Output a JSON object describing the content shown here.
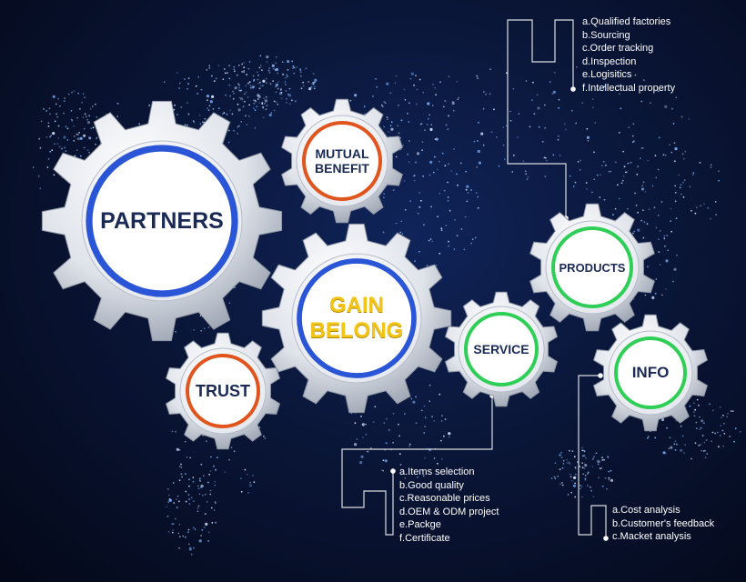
{
  "gears": {
    "partners": {
      "label": "PARTNERS",
      "ring": "#2a55d6"
    },
    "mutual": {
      "label": "MUTUAL\nBENEFIT",
      "ring": "#e0551e"
    },
    "gain": {
      "label": "GAIN\nBELONG",
      "ring": "#2a55d6",
      "text_color": "#f2c417"
    },
    "trust": {
      "label": "TRUST",
      "ring": "#e0551e"
    },
    "service": {
      "label": "SERVICE",
      "ring": "#2fcf57"
    },
    "products": {
      "label": "PRODUCTS",
      "ring": "#2fcf57"
    },
    "info": {
      "label": "INFO",
      "ring": "#2fcf57"
    }
  },
  "lists": {
    "products": {
      "items": [
        "a.Qualified factories",
        "b.Sourcing",
        "c.Order tracking",
        "d.Inspection",
        "e.Logisitics",
        "f.Intellectual property"
      ]
    },
    "service": {
      "items": [
        "a.Items selection",
        "b.Good quality",
        "c.Reasonable prices",
        "d.OEM & ODM project",
        "e.Packge",
        "f.Certificate"
      ]
    },
    "info": {
      "items": [
        "a.Cost analysis",
        "b.Customer's feedback",
        "c.Macket analysis"
      ]
    }
  },
  "colors": {
    "label_dark": "#1a2a55",
    "line": "#ffffff",
    "background": "#0a1638"
  }
}
